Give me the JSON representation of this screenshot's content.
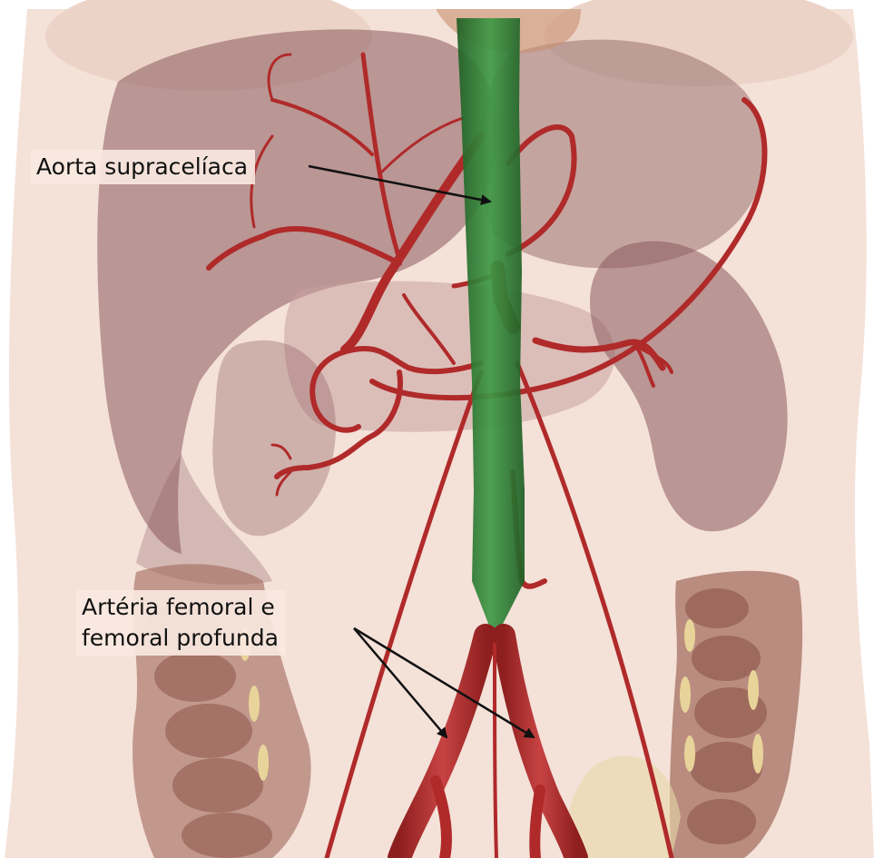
{
  "labels": {
    "aorta": "Aorta supracelíaca",
    "femoral_line1": "Artéria femoral e",
    "femoral_line2": "femoral profunda"
  },
  "colors": {
    "background": "#ffffff",
    "skin": "#f4e1d8",
    "organ": "#8a5a5c",
    "artery": "#b02a2a",
    "aorta_highlight": "#2e7d32",
    "colon": "#a0685a",
    "arrow": "#111111"
  }
}
